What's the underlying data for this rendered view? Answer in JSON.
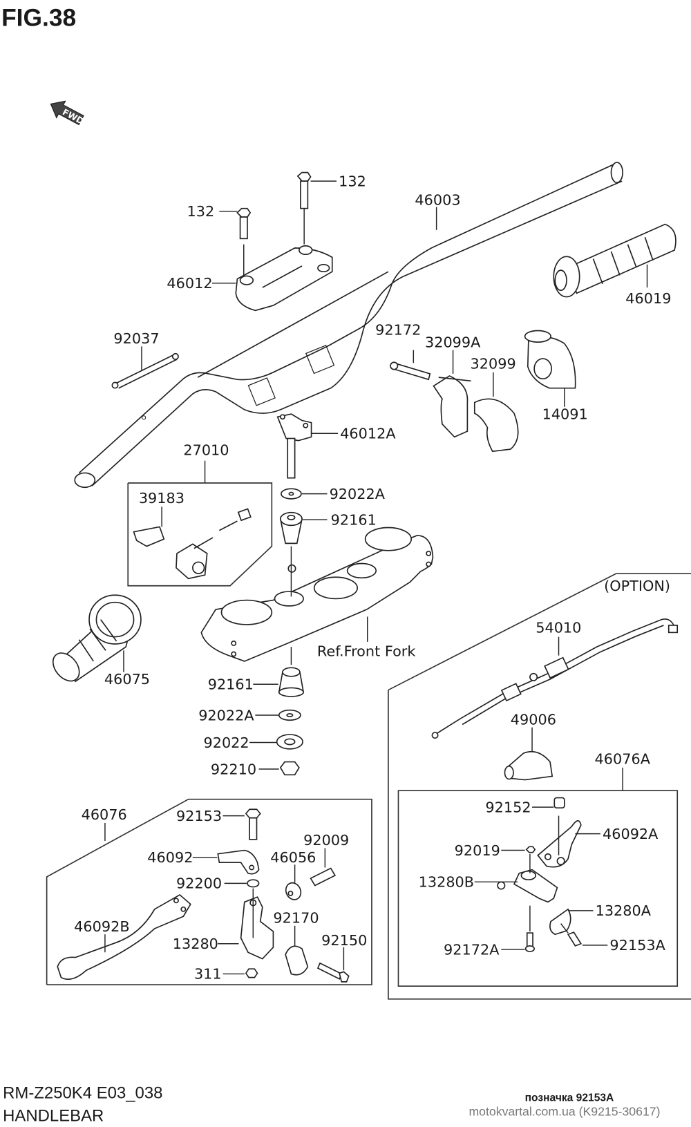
{
  "figure": {
    "title": "FIG.38",
    "direction_marker": "FWD",
    "model_code": "RM-Z250K4 E03_038",
    "section_name": "HANDLEBAR",
    "option_caption": "(OPTION)",
    "reference_note": "Ref.Front Fork"
  },
  "watermark": {
    "line1": "позначка 92153A",
    "line2": "motokvartal.com.ua (K9215-30617)"
  },
  "parts": {
    "bolt_top_right": "132",
    "bolt_top_left": "132",
    "handlebar": "46003",
    "upper_holder": "46012",
    "right_grip": "46019",
    "end_plug_92037": "92037",
    "screw_92172": "92172",
    "throttle_case_a": "32099A",
    "throttle_case": "32099",
    "throttle_cover": "14091",
    "lower_holder": "46012A",
    "switch_assy": "27010",
    "clamp_39183": "39183",
    "washer_upper_a": "92022A",
    "cushion_upper": "92161",
    "left_grip": "46075",
    "cushion_lower": "92161",
    "washer_lower_a": "92022A",
    "washer_lower": "92022",
    "nut_92210": "92210",
    "clutch_lever_assy": "46076",
    "bolt_92153": "92153",
    "lever_46092": "46092",
    "washer_92200": "92200",
    "lever_46092b": "46092B",
    "adjuster_92009": "92009",
    "adjuster_nut_46056": "46056",
    "spring_92170": "92170",
    "holder_13280": "13280",
    "bolt_92150": "92150",
    "nut_311": "311",
    "cable_54010": "54010",
    "hot_start_49006": "49006",
    "lever_assy_46076a": "46076A",
    "collar_92152": "92152",
    "lever_46092a": "46092A",
    "nut_92019": "92019",
    "holder_13280b": "13280B",
    "clamp_13280a": "13280A",
    "screw_92172a": "92172A",
    "bolt_92153a": "92153A"
  }
}
